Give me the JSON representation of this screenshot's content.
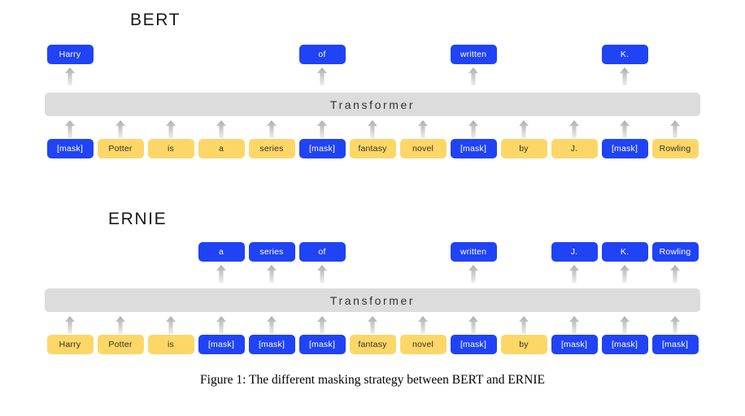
{
  "figure": {
    "caption": "Figure 1: The different masking strategy between BERT and ERNIE",
    "colors": {
      "masked_token": "#1f43f5",
      "plain_token": "#fcd768",
      "transformer_bar": "#dcdcdc",
      "arrow": "#b5b5b5",
      "background": "#ffffff"
    }
  },
  "bert": {
    "title": "BERT",
    "transformer_label": "Transformer",
    "predictions": [
      {
        "label": "Harry",
        "visible": true,
        "type": "prediction"
      },
      {
        "label": "",
        "visible": false,
        "type": "none"
      },
      {
        "label": "",
        "visible": false,
        "type": "none"
      },
      {
        "label": "",
        "visible": false,
        "type": "none"
      },
      {
        "label": "",
        "visible": false,
        "type": "none"
      },
      {
        "label": "of",
        "visible": true,
        "type": "prediction"
      },
      {
        "label": "",
        "visible": false,
        "type": "none"
      },
      {
        "label": "",
        "visible": false,
        "type": "none"
      },
      {
        "label": "written",
        "visible": true,
        "type": "prediction"
      },
      {
        "label": "",
        "visible": false,
        "type": "none"
      },
      {
        "label": "",
        "visible": false,
        "type": "none"
      },
      {
        "label": "K.",
        "visible": true,
        "type": "prediction"
      },
      {
        "label": "",
        "visible": false,
        "type": "none"
      }
    ],
    "inputs": [
      {
        "label": "[mask]",
        "type": "masked"
      },
      {
        "label": "Potter",
        "type": "plain"
      },
      {
        "label": "is",
        "type": "plain"
      },
      {
        "label": "a",
        "type": "plain"
      },
      {
        "label": "series",
        "type": "plain"
      },
      {
        "label": "[mask]",
        "type": "masked"
      },
      {
        "label": "fantasy",
        "type": "plain"
      },
      {
        "label": "novel",
        "type": "plain"
      },
      {
        "label": "[mask]",
        "type": "masked"
      },
      {
        "label": "by",
        "type": "plain"
      },
      {
        "label": "J.",
        "type": "plain"
      },
      {
        "label": "[mask]",
        "type": "masked"
      },
      {
        "label": "Rowling",
        "type": "plain"
      }
    ]
  },
  "ernie": {
    "title": "ERNIE",
    "transformer_label": "Transformer",
    "predictions": [
      {
        "label": "",
        "visible": false,
        "type": "none"
      },
      {
        "label": "",
        "visible": false,
        "type": "none"
      },
      {
        "label": "",
        "visible": false,
        "type": "none"
      },
      {
        "label": "a",
        "visible": true,
        "type": "prediction"
      },
      {
        "label": "series",
        "visible": true,
        "type": "prediction"
      },
      {
        "label": "of",
        "visible": true,
        "type": "prediction"
      },
      {
        "label": "",
        "visible": false,
        "type": "none"
      },
      {
        "label": "",
        "visible": false,
        "type": "none"
      },
      {
        "label": "written",
        "visible": true,
        "type": "prediction"
      },
      {
        "label": "",
        "visible": false,
        "type": "none"
      },
      {
        "label": "J.",
        "visible": true,
        "type": "prediction"
      },
      {
        "label": "K.",
        "visible": true,
        "type": "prediction"
      },
      {
        "label": "Rowling",
        "visible": true,
        "type": "prediction"
      }
    ],
    "inputs": [
      {
        "label": "Harry",
        "type": "plain"
      },
      {
        "label": "Potter",
        "type": "plain"
      },
      {
        "label": "is",
        "type": "plain"
      },
      {
        "label": "[mask]",
        "type": "masked"
      },
      {
        "label": "[mask]",
        "type": "masked"
      },
      {
        "label": "[mask]",
        "type": "masked"
      },
      {
        "label": "fantasy",
        "type": "plain"
      },
      {
        "label": "novel",
        "type": "plain"
      },
      {
        "label": "[mask]",
        "type": "masked"
      },
      {
        "label": "by",
        "type": "plain"
      },
      {
        "label": "[mask]",
        "type": "masked"
      },
      {
        "label": "[mask]",
        "type": "masked"
      },
      {
        "label": "[mask]",
        "type": "masked"
      }
    ]
  }
}
